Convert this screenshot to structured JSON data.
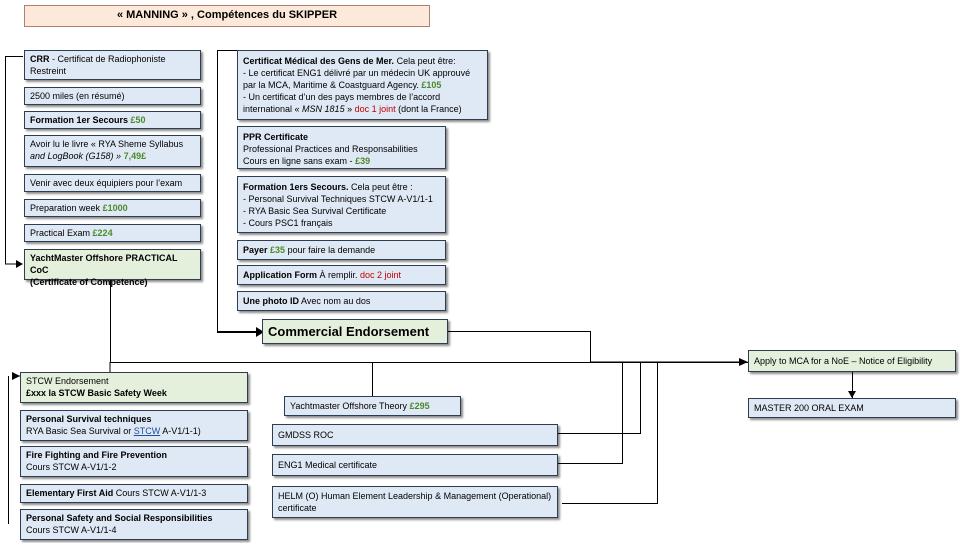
{
  "title": "« MANNING » , Compétences du SKIPPER",
  "left_column": {
    "crr": {
      "name": "CRR",
      "desc": " - Certificat de Radiophoniste",
      "line2": "Restreint"
    },
    "miles": {
      "text": "2500 miles (en résumé)",
      "bold": "2500 miles"
    },
    "first_aid": {
      "label": "Formation 1er Secours",
      "price": "£50"
    },
    "book": {
      "line1": "Avoir lu le livre « RYA Sheme Syllabus",
      "line2": "and LogBook (G158) » ",
      "price": "7,49£"
    },
    "crew": "Venir avec deux équipiers pour l’exam",
    "prep_week": {
      "label": "Preparation week",
      "price": "£1000"
    },
    "practical_exam": {
      "label": "Practical Exam",
      "price": "£224"
    },
    "yachtmaster_coc": {
      "line1": "YachtMaster Offshore PRACTICAL CoC",
      "line2": "(Certificate of Competence)"
    }
  },
  "middle_column": {
    "medical": {
      "title": "Certificat Médical des Gens de Mer.",
      "title_rest": " Cela peut être:",
      "line1": "- Le certificat ENG1 délivré par un médecin UK approuvé",
      "line2": "par la MCA, Maritime & Coastguard Agency. ",
      "line2_price": "£105",
      "line3": "- Un certificat d’un des pays membres de l’accord",
      "line4a": "international « ",
      "line4b": "MSN 1815",
      "line4c": " » ",
      "line4d": "doc 1 joint",
      "line4e": " (dont la France)"
    },
    "ppr": {
      "title": "PPR Certificate",
      "line1": "Professional  Practices and Responsabilities",
      "line2": "Cours  en ligne sans exam - ",
      "price": "£39"
    },
    "first_aid_training": {
      "title": "Formation 1ers Secours.",
      "title_rest": " Cela peut être :",
      "line1": "- Personal Survival Techniques STCW A-V1/1-1",
      "line2": "- RYA Basic Sea Survival Certificate",
      "line3": "- Cours PSC1 français"
    },
    "payer": {
      "label": "Payer ",
      "price": "£35",
      "rest": " pour faire la demande"
    },
    "application": {
      "label": "Application Form",
      "rest": " À remplir. ",
      "doc": "doc 2 joint"
    },
    "photo": {
      "label": "Une photo ID",
      "rest": " Avec nom au dos"
    },
    "commercial": "Commercial Endorsement"
  },
  "bottom_left": {
    "stcw": {
      "line1": "STCW Endorsement",
      "line2": "£xxx la STCW Basic Safety Week"
    },
    "pst": {
      "title": "Personal Survival techniques",
      "line2a": "RYA Basic Sea Survival or ",
      "line2b": "STCW",
      "line2c": " A-V1/1-1)"
    },
    "fire": {
      "title": "Fire Fighting and Fire Prevention",
      "line2": "Cours STCW A-V1/1-2"
    },
    "efa": {
      "title": "Elementary First Aid",
      "rest": "  Cours STCW A-V1/1-3"
    },
    "pssr": {
      "title": "Personal Safety and Social Responsibilities",
      "line2": "Cours STCW A-V1/1-4"
    }
  },
  "bottom_middle": {
    "ym_theory": {
      "label": "Yachtmaster Offshore Theory  ",
      "price": "£295"
    },
    "gmdss": "GMDSS ROC",
    "eng1": "ENG1 Medical certificate",
    "helm": {
      "line1": "HELM (O) Human Element Leadership & Management (Operational)",
      "line2": "certificate"
    }
  },
  "right": {
    "apply": "Apply  to MCA for a NoE – Notice of Eligibility",
    "master": "MASTER 200 ORAL EXAM"
  },
  "colors": {
    "box_fill": "#dfe9f5",
    "green_fill": "#e4f0dc",
    "title_fill": "#fde9d9",
    "price_green": "#4a8a2a",
    "doc_red": "#c00000"
  }
}
